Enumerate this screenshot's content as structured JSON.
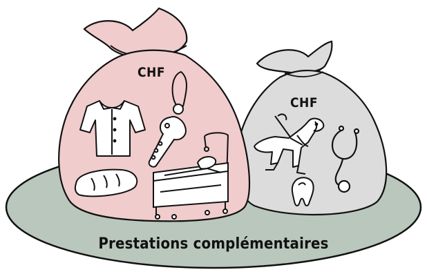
{
  "colors": {
    "background": "#ffffff",
    "platform": "#b9c7bc",
    "big_bag": "#f0cccc",
    "small_bag": "#dddcdc",
    "outline": "#111111"
  },
  "big_bag": {
    "currency_label": "CHF",
    "items": [
      "shirt-icon",
      "key-icon",
      "bread-icon",
      "care-bed-icon"
    ]
  },
  "small_bag": {
    "currency_label": "CHF",
    "items": [
      "guide-dog-icon",
      "stethoscope-icon",
      "tooth-icon"
    ]
  },
  "caption": "Prestations complémentaires"
}
